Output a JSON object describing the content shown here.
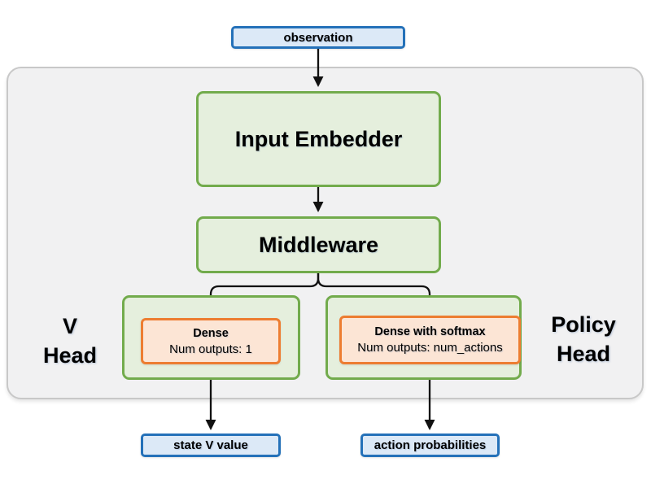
{
  "diagram": {
    "observation": {
      "label": "observation"
    },
    "input_embedder": {
      "label": "Input Embedder"
    },
    "middleware": {
      "label": "Middleware"
    },
    "v_head": {
      "label_line1": "V",
      "label_line2": "Head",
      "dense": {
        "title": "Dense",
        "subtitle": "Num outputs: 1"
      },
      "output": {
        "label": "state V value"
      }
    },
    "policy_head": {
      "label_line1": "Policy",
      "label_line2": "Head",
      "dense": {
        "title": "Dense with softmax",
        "subtitle": "Num outputs: num_actions"
      },
      "output": {
        "label": "action probabilities"
      }
    }
  },
  "colors": {
    "io_fill": "#dce9f7",
    "io_border": "#2471b9",
    "block_fill": "#e5efdd",
    "block_border": "#72ab4c",
    "dense_fill": "#fce5d5",
    "dense_border": "#ed7d31",
    "container_fill": "#f1f1f2",
    "container_border": "#c8c8c8",
    "arrow": "#111111"
  }
}
